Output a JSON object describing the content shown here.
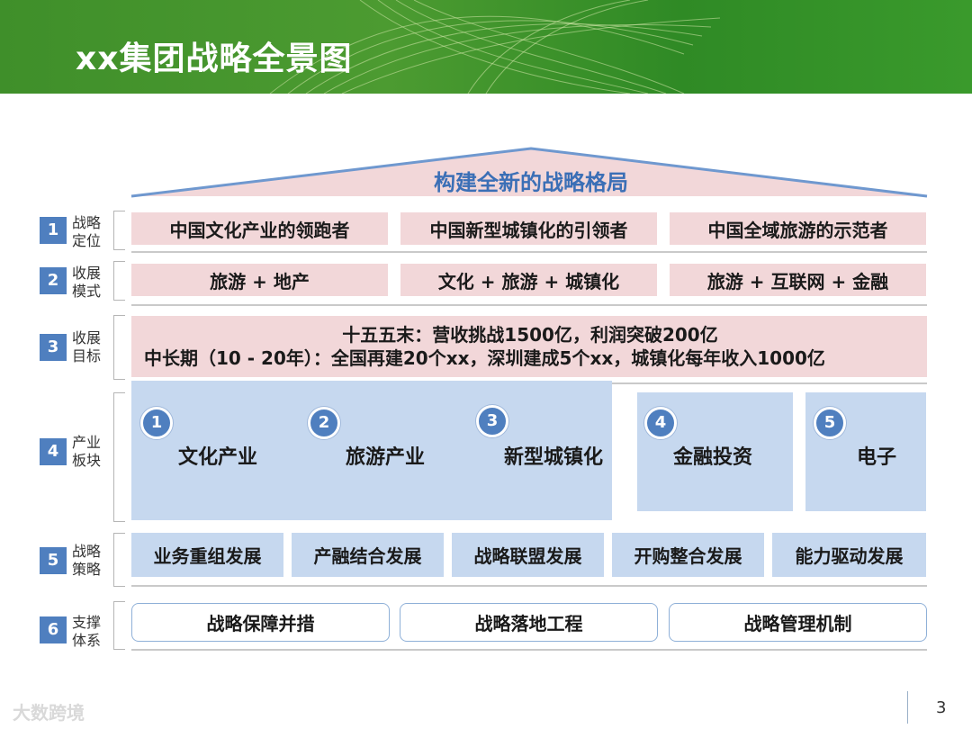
{
  "header": {
    "title": "xx集团战略全景图"
  },
  "roof": {
    "label": "构建全新的战略格局"
  },
  "rows": [
    {
      "num": "1",
      "label": "战略定位"
    },
    {
      "num": "2",
      "label": "收展模式"
    },
    {
      "num": "3",
      "label": "收展目标"
    },
    {
      "num": "4",
      "label": "产业板块"
    },
    {
      "num": "5",
      "label": "战略策略"
    },
    {
      "num": "6",
      "label": "支撑体系"
    }
  ],
  "positioning": [
    "中国文化产业的领跑者",
    "中国新型城镇化的引领者",
    "中国全域旅游的示范者"
  ],
  "modes": [
    "旅游 + 地产",
    "文化 + 旅游 + 城镇化",
    "旅游 + 互联网 + 金融"
  ],
  "goals": {
    "line1": "十五五末：营收挑战1500亿，利润突破200亿",
    "line2": "中长期（10 - 20年）：全国再建20个xx，深圳建成5个xx，城镇化每年收入1000亿"
  },
  "industries": [
    {
      "num": "1",
      "name": "文化产业"
    },
    {
      "num": "2",
      "name": "旅游产业"
    },
    {
      "num": "3",
      "name": "新型城镇化"
    },
    {
      "num": "4",
      "name": "金融投资"
    },
    {
      "num": "5",
      "name": "电子"
    }
  ],
  "strategies": [
    "业务重组发展",
    "产融结合发展",
    "战略联盟发展",
    "开购整合发展",
    "能力驱动发展"
  ],
  "support": [
    "战略保障并措",
    "战略落地工程",
    "战略管理机制"
  ],
  "footer": {
    "page": "3",
    "watermark": "大数跨境"
  }
}
